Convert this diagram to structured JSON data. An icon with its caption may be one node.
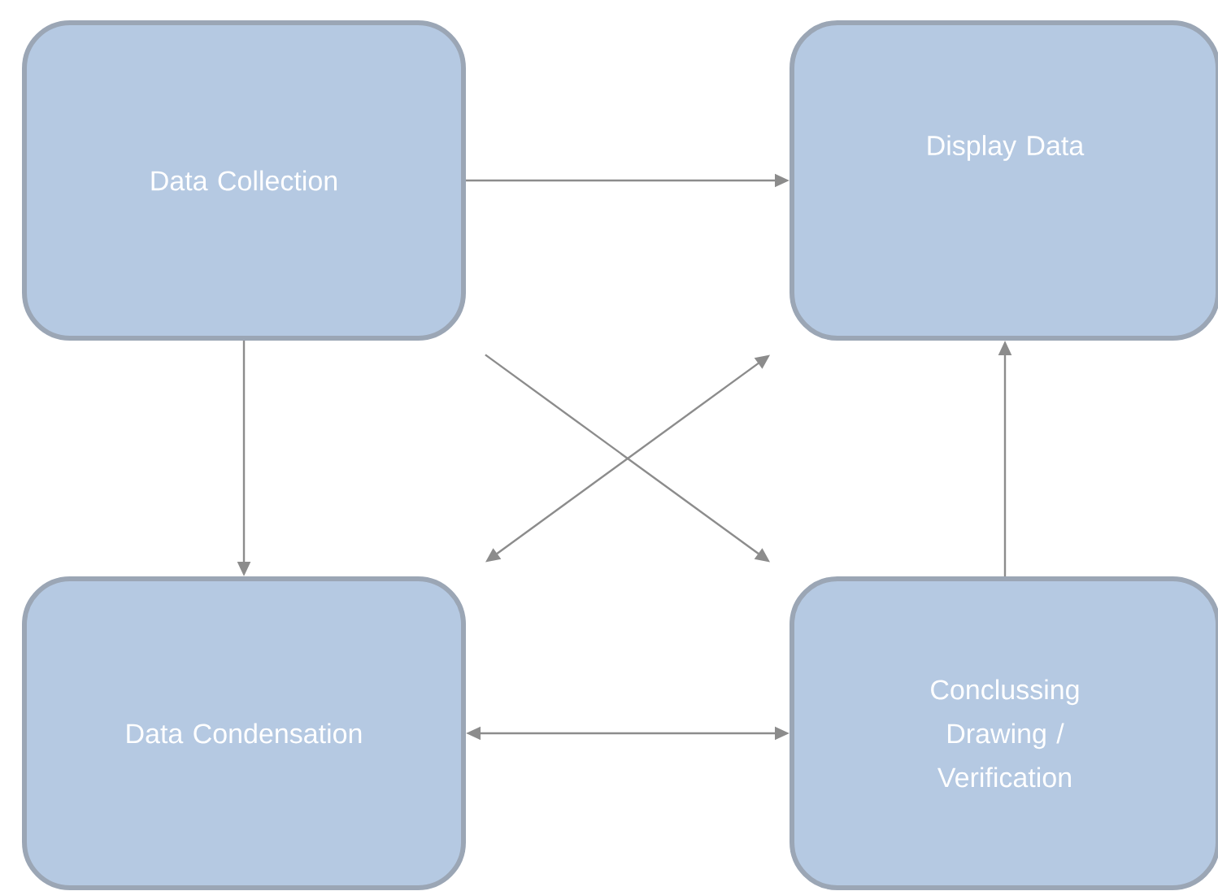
{
  "diagram": {
    "nodes": [
      {
        "text": [
          "Data Collection"
        ]
      },
      {
        "text": [
          "Display Data"
        ]
      },
      {
        "text": [
          "Data Condensation"
        ]
      },
      {
        "text": [
          "Conclussing Drawing / Verification"
        ]
      }
    ],
    "edges": [
      {
        "from": 0,
        "to": 1,
        "arrow": "to"
      },
      {
        "from": 0,
        "to": 2,
        "arrow": "to"
      },
      {
        "from": 0,
        "to": 3,
        "arrow": "to"
      },
      {
        "from": 1,
        "to": 2,
        "arrow": "both"
      },
      {
        "from": 2,
        "to": 3,
        "arrow": "both"
      },
      {
        "from": 3,
        "to": 1,
        "arrow": "to"
      }
    ]
  }
}
